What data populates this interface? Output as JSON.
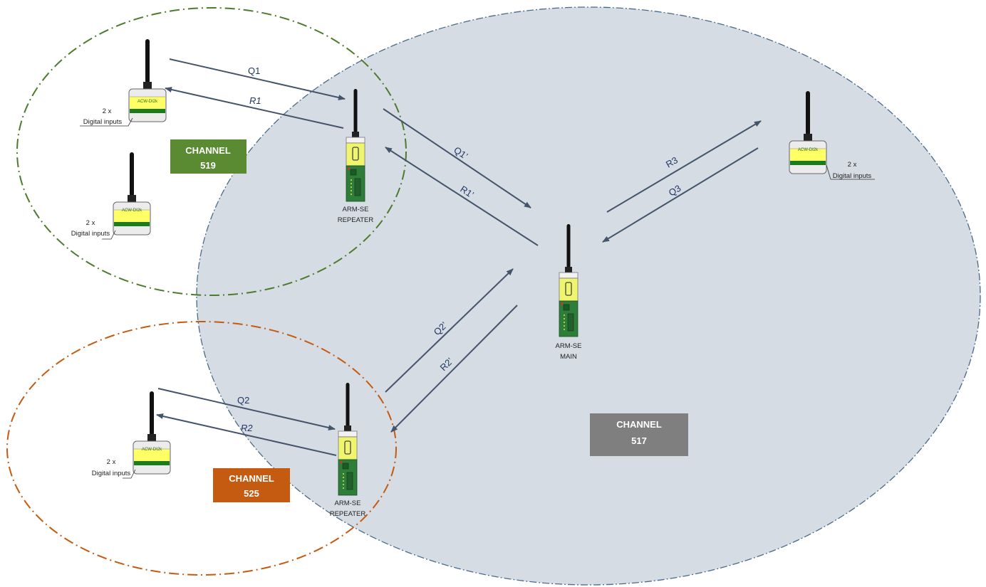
{
  "channels": [
    {
      "id": "519",
      "line1": "CHANNEL",
      "line2": "519",
      "color": "#5a8a32"
    },
    {
      "id": "525",
      "line1": "CHANNEL",
      "line2": "525",
      "color": "#c55a11"
    },
    {
      "id": "517",
      "line1": "CHANNEL",
      "line2": "517",
      "color": "#7f7f7f"
    }
  ],
  "zones": {
    "channel_517_fill": "#d6dce4",
    "channel_517_border": "#4a6a8a",
    "channel_519_border": "#4d7a2c",
    "channel_525_border": "#c55a11"
  },
  "devices": {
    "repeater_top": {
      "line1": "ARM-SE",
      "line2": "REPEATER"
    },
    "repeater_bottom": {
      "line1": "ARM-SE",
      "line2": "REPEATER"
    },
    "main": {
      "line1": "ARM-SE",
      "line2": "MAIN"
    },
    "sensor_top_left": {
      "line1": "2 x",
      "line2": "Digital inputs",
      "model": "ACW-DI2k"
    },
    "sensor_mid_left": {
      "line1": "2 x",
      "line2": "Digital inputs",
      "model": "ACW-DI2k"
    },
    "sensor_bottom_left": {
      "line1": "2 x",
      "line2": "Digital inputs",
      "model": "ACW-DI2k"
    },
    "sensor_right": {
      "line1": "2 x",
      "line2": "Digital inputs",
      "model": "ACW-DI2k"
    }
  },
  "links": {
    "q1": "Q1",
    "r1": "R1",
    "q1p": "Q1’",
    "r1p": "R1’",
    "q2": "Q2",
    "r2": "R2",
    "q2p": "Q2’",
    "r2p": "R2’",
    "q3": "Q3",
    "r3": "R3"
  },
  "colors": {
    "arrow": "#44546a",
    "device_yellow": "#f0f56e",
    "device_green": "#2e7d3a",
    "sensor_yellow": "#ffff66",
    "sensor_band": "#1e7a1e"
  }
}
